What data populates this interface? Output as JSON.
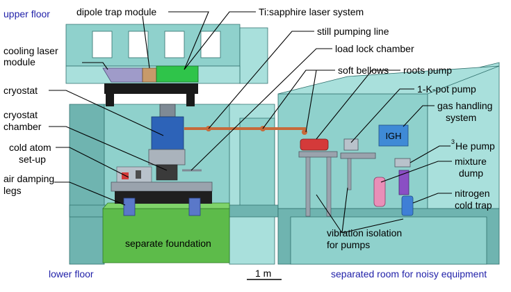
{
  "labels": {
    "upper_floor": "upper floor",
    "lower_floor": "lower floor",
    "separated_room": "separated room for noisy equipment",
    "dipole_trap_module": "dipole trap module",
    "ti_sapphire": "Ti:sapphire laser system",
    "still_pumping_line": "still pumping line",
    "load_lock_chamber": "load lock chamber",
    "soft_bellows": "soft bellows",
    "roots_pump": "roots pump",
    "one_k_pot_pump": "1-K-pot pump",
    "gas_handling_1": "gas handling",
    "gas_handling_2": "system",
    "he_pump_sup": "3",
    "he_pump": "He pump",
    "mixture_dump_1": "mixture",
    "mixture_dump_2": "dump",
    "nitrogen_1": "nitrogen",
    "nitrogen_2": "cold trap",
    "cooling_laser_1": "cooling laser",
    "cooling_laser_2": "module",
    "cryostat": "cryostat",
    "cryostat_chamber_1": "cryostat",
    "cryostat_chamber_2": "chamber",
    "cold_atom_1": "cold atom",
    "cold_atom_2": "set-up",
    "air_damping_1": "air damping",
    "air_damping_2": "legs",
    "vibration_1": "vibration isolation",
    "vibration_2": "for pumps",
    "separate_foundation": "separate foundation",
    "scale_bar": "1 m",
    "igh_box": "IGH"
  },
  "colors": {
    "wall": "#8fd1cc",
    "foundation": "#5dbb4a",
    "cryostat_blue": "#2d63b8",
    "ti_sapphire_green": "#2fc44a",
    "cooling_laser_lavender": "#9f9bc9",
    "dipole_orange": "#c89a6a",
    "mixture_dump_pink": "#e98fb8",
    "label_blue": "#1f1fa8"
  }
}
